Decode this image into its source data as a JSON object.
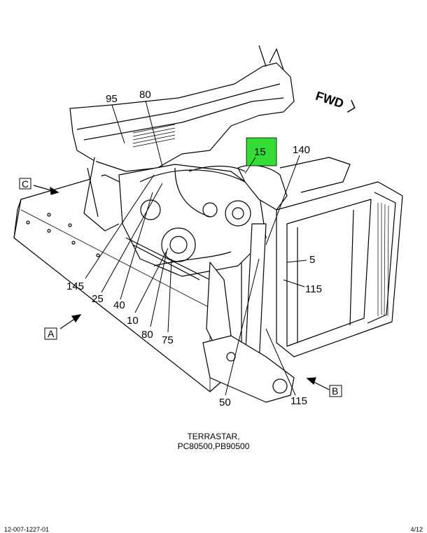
{
  "orientation_label": "FWD",
  "view_labels": {
    "A": "A",
    "B": "B",
    "C": "C"
  },
  "callouts": {
    "c95": "95",
    "c80_top": "80",
    "c15": "15",
    "c140": "140",
    "c5": "5",
    "c115_right": "115",
    "c145": "145",
    "c25": "25",
    "c40": "40",
    "c10": "10",
    "c80_bottom": "80",
    "c75": "75",
    "c50": "50",
    "c115_bottom": "115"
  },
  "highlight_color": "#33dd33",
  "caption": {
    "line1": "TERRASTAR,",
    "line2": "PC80500,PB90500"
  },
  "footer": {
    "left": "12-007-1227-01",
    "right": "4/12"
  }
}
